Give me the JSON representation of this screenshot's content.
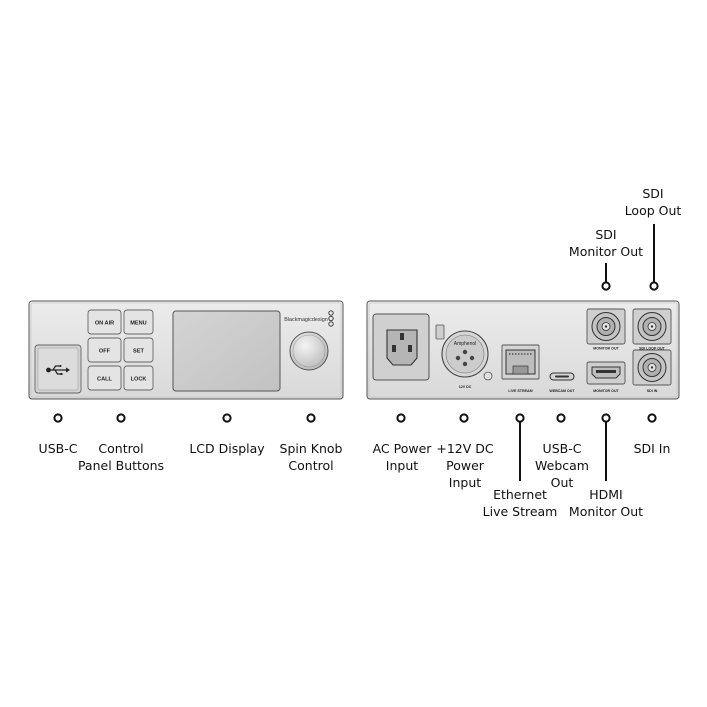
{
  "front_panel": {
    "buttons": [
      "ON AIR",
      "MENU",
      "OFF",
      "SET",
      "CALL",
      "LOCK"
    ],
    "brand": "Blackmagicdesign"
  },
  "rear_panel": {
    "connector_labels": {
      "power_dc": "12V DC",
      "xlr_brand": "Amphenol",
      "ethernet": "LIVE STREAM",
      "usb_webcam": "WEBCAM OUT",
      "hdmi": "MONITOR OUT",
      "sdi_monitor": "MONITOR OUT",
      "sdi_loop": "SDI LOOP OUT",
      "sdi_in": "SDI IN"
    }
  },
  "callouts": {
    "usb_c": "USB-C",
    "control_panel_buttons": [
      "Control",
      "Panel Buttons"
    ],
    "lcd_display": "LCD Display",
    "spin_knob": [
      "Spin Knob",
      "Control"
    ],
    "ac_power": [
      "AC Power",
      "Input"
    ],
    "dc_power": [
      "+12V DC",
      "Power",
      "Input"
    ],
    "ethernet": [
      "Ethernet",
      "Live Stream"
    ],
    "usb_c_webcam": [
      "USB-C",
      "Webcam",
      "Out"
    ],
    "hdmi_monitor": [
      "HDMI",
      "Monitor Out"
    ],
    "sdi_in": "SDI In",
    "sdi_monitor_out": [
      "SDI",
      "Monitor Out"
    ],
    "sdi_loop_out": [
      "SDI",
      "Loop Out"
    ]
  }
}
